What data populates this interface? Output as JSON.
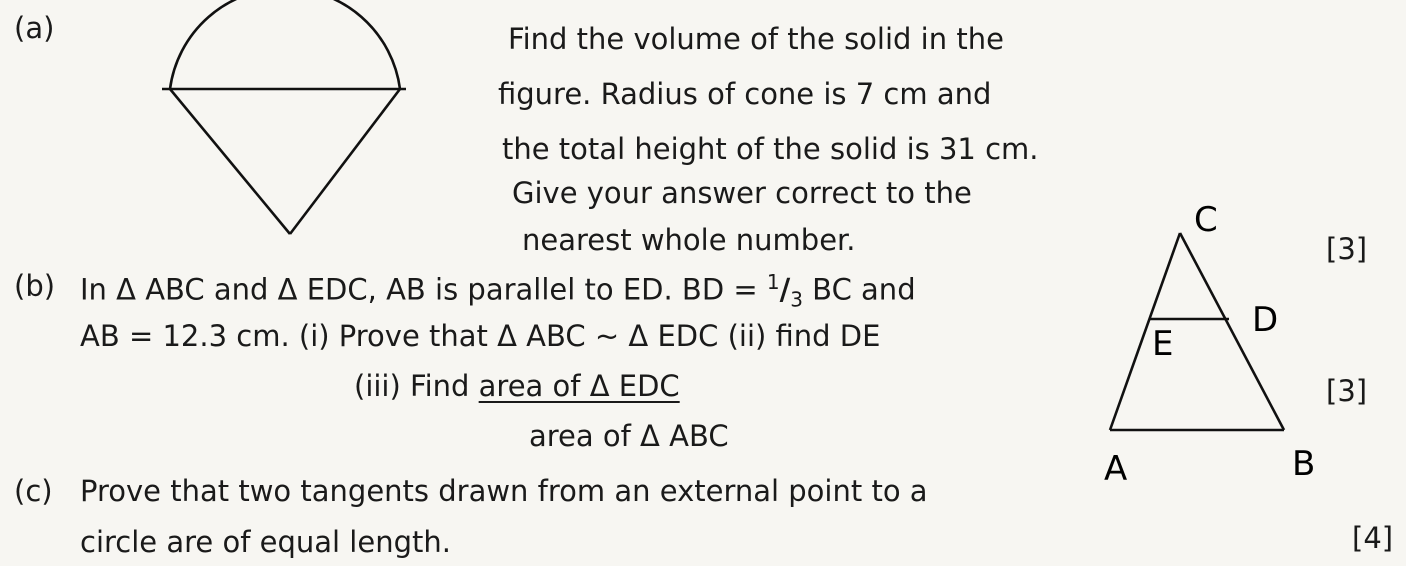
{
  "part_a": {
    "label": "(a)",
    "lines": [
      "Find the volume of the solid in the",
      "figure. Radius of cone is 7 cm and",
      "the total height of the solid is 31 cm.",
      "Give your answer correct to the",
      "nearest whole number."
    ],
    "marks": "[3]"
  },
  "part_b": {
    "label": "(b)",
    "line1_pre": "In Δ ABC and Δ EDC, AB is parallel to ED.  BD = ",
    "fraction_num": "1",
    "fraction_slash": "/",
    "fraction_den": "3",
    "line1_post": " BC and",
    "line2": "AB = 12.3 cm.   (i)  Prove that Δ ABC ~   Δ EDC     (ii) find DE",
    "line3_pre": "(iii) Find ",
    "ratio_numerator": "area of Δ EDC",
    "ratio_denominator": "area of Δ ABC",
    "marks": "[3]"
  },
  "part_c": {
    "label": "(c)",
    "lines": [
      "Prove that two tangents drawn from an external point to a",
      "circle are of equal length."
    ],
    "marks": "[4]"
  },
  "triangle_labels": {
    "c": "C",
    "d": "D",
    "e": "E",
    "a": "A",
    "b": "B"
  }
}
